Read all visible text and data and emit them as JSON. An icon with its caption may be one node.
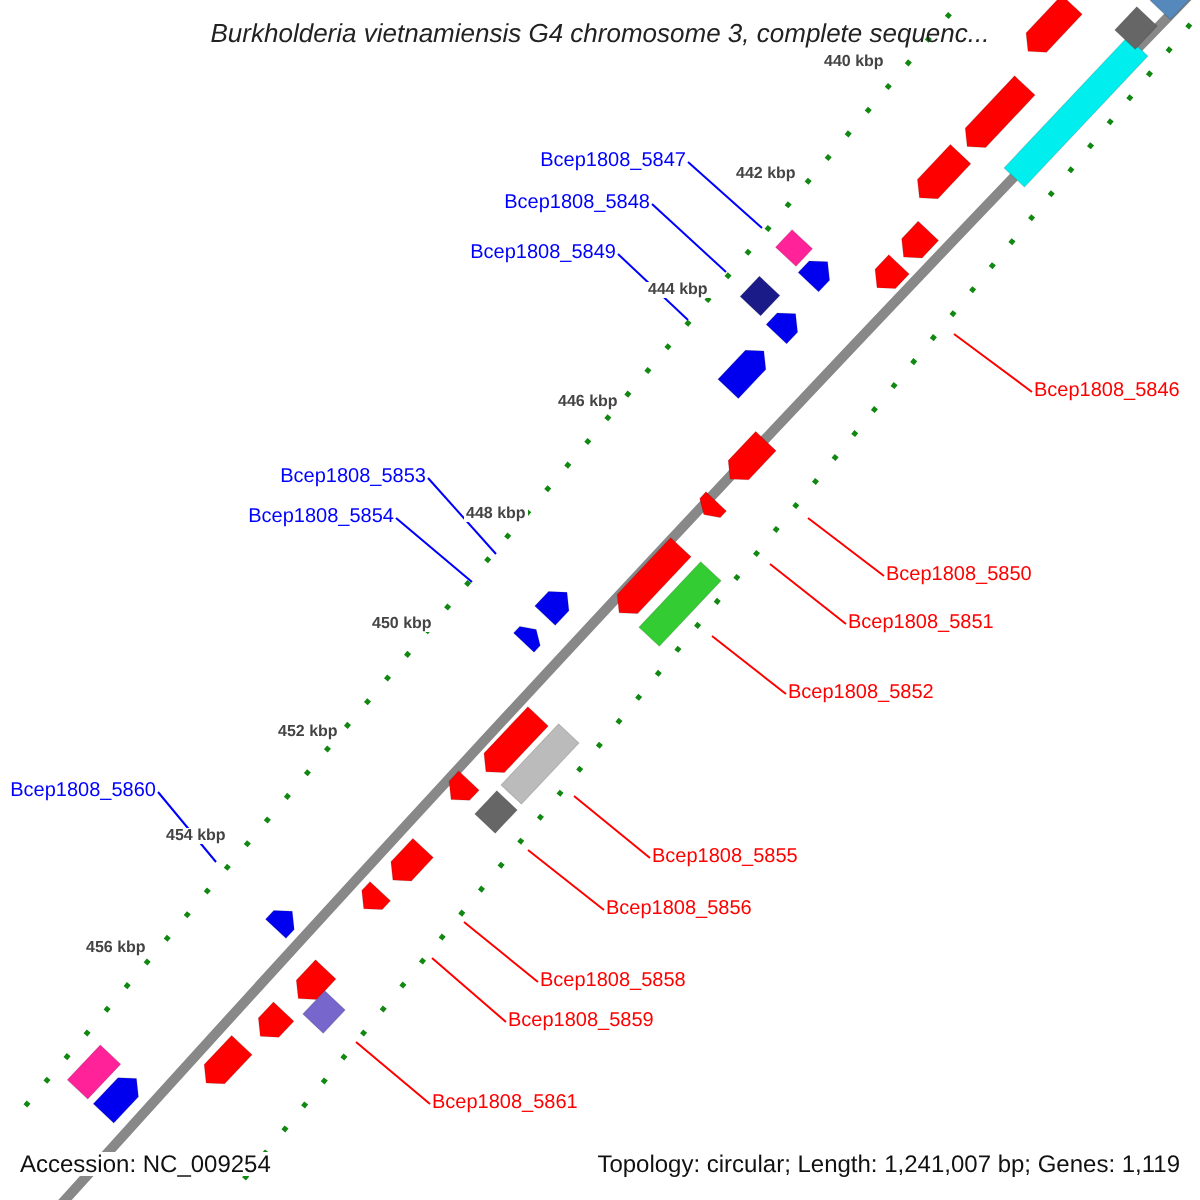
{
  "diagram": {
    "title": "Burkholderia vietnamiensis G4 chromosome 3, complete sequenc...",
    "nodes": [
      {
        "text": [
          "Bcep1808_5847"
        ]
      },
      {
        "text": [
          "Bcep1808_5848"
        ]
      },
      {
        "text": [
          "Bcep1808_5849"
        ]
      },
      {
        "text": [
          "Bcep1808_5846"
        ]
      },
      {
        "text": [
          "Bcep1808_5853"
        ]
      },
      {
        "text": [
          "Bcep1808_5854"
        ]
      },
      {
        "text": [
          "Bcep1808_5850"
        ]
      },
      {
        "text": [
          "Bcep1808_5851"
        ]
      },
      {
        "text": [
          "Bcep1808_5852"
        ]
      },
      {
        "text": [
          "Bcep1808_5860"
        ]
      },
      {
        "text": [
          "Bcep1808_5855"
        ]
      },
      {
        "text": [
          "Bcep1808_5856"
        ]
      },
      {
        "text": [
          "Bcep1808_5858"
        ]
      },
      {
        "text": [
          "Bcep1808_5859"
        ]
      },
      {
        "text": [
          "Bcep1808_5861"
        ]
      }
    ],
    "edges": [
      {
        "from": 0,
        "to": null,
        "arrow": "none",
        "color": "#0000ff"
      },
      {
        "from": 1,
        "to": null,
        "arrow": "none",
        "color": "#0000ff"
      },
      {
        "from": 2,
        "to": null,
        "arrow": "none",
        "color": "#0000ff"
      },
      {
        "from": 3,
        "to": null,
        "arrow": "none"
      },
      {
        "from": 4,
        "to": null,
        "arrow": "none",
        "color": "#0000ff"
      },
      {
        "from": 5,
        "to": null,
        "arrow": "none",
        "color": "#0000ff"
      },
      {
        "from": 6,
        "to": null,
        "arrow": "none"
      },
      {
        "from": 7,
        "to": null,
        "arrow": "none"
      },
      {
        "from": 8,
        "to": null,
        "arrow": "none"
      },
      {
        "from": 9,
        "to": null,
        "arrow": "none",
        "color": "#0000ff"
      },
      {
        "from": 10,
        "to": null,
        "arrow": "none"
      },
      {
        "from": 11,
        "to": null,
        "arrow": "none"
      },
      {
        "from": 12,
        "to": null,
        "arrow": "none"
      },
      {
        "from": 13,
        "to": null,
        "arrow": "none"
      },
      {
        "from": 14,
        "to": null,
        "arrow": "none"
      }
    ],
    "labels": [
      "440 kbp",
      "442 kbp",
      "444 kbp",
      "446 kbp",
      "448 kbp",
      "450 kbp",
      "452 kbp",
      "454 kbp",
      "456 kbp",
      "Accession: NC_009254",
      "Topology: circular; Length: 1,241,007 bp; Genes: 1,119"
    ]
  }
}
